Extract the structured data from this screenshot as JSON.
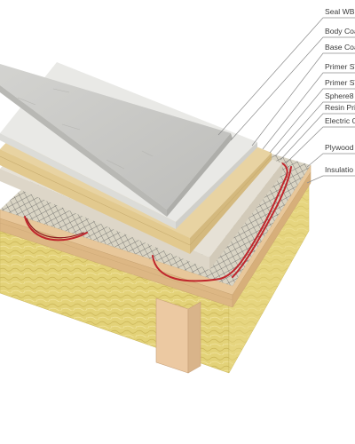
{
  "labels": [
    {
      "key": "seal",
      "text": "Seal WB Ul"
    },
    {
      "key": "body",
      "text": "Body Coa"
    },
    {
      "key": "base",
      "text": "Base Coa"
    },
    {
      "key": "primer1",
      "text": "Primer ST"
    },
    {
      "key": "primer2",
      "text": "Primer ST"
    },
    {
      "key": "sphere",
      "text": "Sphere8"
    },
    {
      "key": "resin",
      "text": "Resin Prim"
    },
    {
      "key": "electric",
      "text": "Electric C"
    },
    {
      "key": "plywood",
      "text": "Plywood"
    },
    {
      "key": "insulation",
      "text": "Insulatio"
    }
  ],
  "colors": {
    "leader": "#8c8c8c",
    "cable": "#c0262c",
    "insulation": "#e3d278",
    "plywood": "#e8c79a",
    "concrete": "#c9c9c6",
    "screed": "#e0dbd0"
  }
}
